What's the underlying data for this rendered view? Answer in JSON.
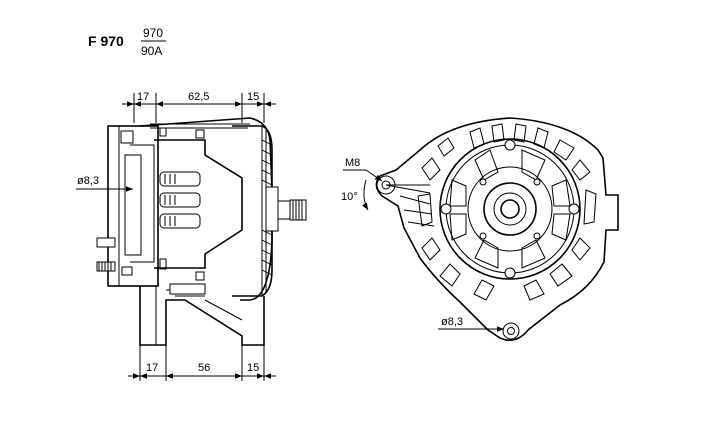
{
  "header": {
    "model": "F 970",
    "fraction_top": "970",
    "fraction_bottom": "90A"
  },
  "side_view": {
    "dims_top": [
      "17",
      "62,5",
      "15"
    ],
    "dims_bottom": [
      "17",
      "56",
      "15"
    ],
    "hole_diameter": "ø8,3"
  },
  "front_view": {
    "thread": "M8",
    "angle": "10°",
    "hole_diameter": "ø8,3"
  }
}
